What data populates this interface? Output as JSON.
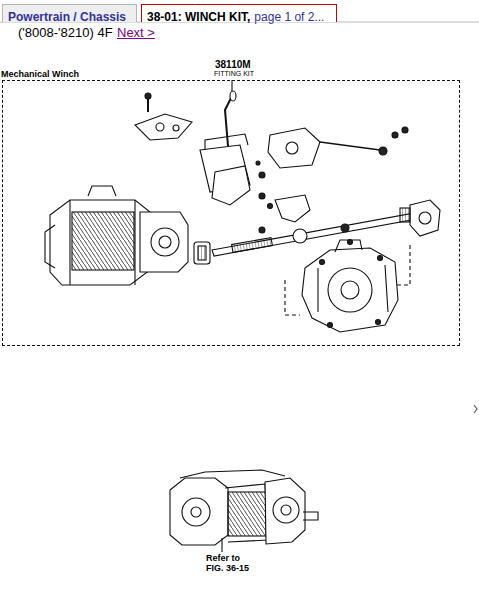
{
  "diagram": {
    "nodes": [
      {
        "text": [
          "Powertrain / Chassis"
        ]
      },
      {
        "text": [
          "38-01: WINCH KIT,",
          "page 1 of 2..."
        ]
      },
      {
        "text": [
          "Mechanical Winch"
        ]
      }
    ],
    "labels": [
      "('8008-'8210) 4F",
      "Next >",
      "38110M",
      "FITTING KIT",
      "Refer to FIG. 36-15"
    ]
  }
}
